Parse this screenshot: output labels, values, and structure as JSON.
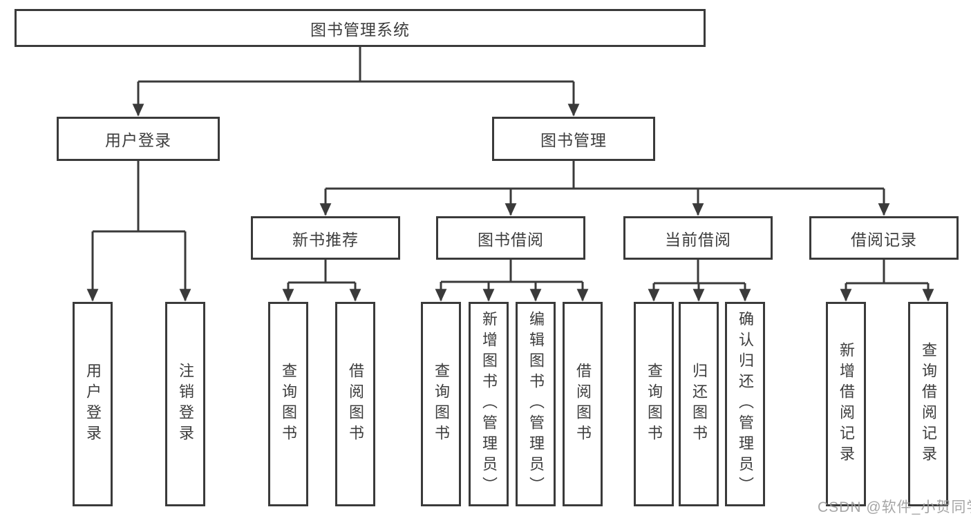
{
  "diagram": {
    "root": {
      "label": "图书管理系统"
    },
    "branches": [
      {
        "label": "用户登录",
        "children": [
          {
            "label": "用户登录"
          },
          {
            "label": "注销登录"
          }
        ]
      },
      {
        "label": "图书管理",
        "children": [
          {
            "label": "新书推荐",
            "children": [
              {
                "label": "查询图书"
              },
              {
                "label": "借阅图书"
              }
            ]
          },
          {
            "label": "图书借阅",
            "children": [
              {
                "label": "查询图书"
              },
              {
                "label": "新增图书（管理员）"
              },
              {
                "label": "编辑图书（管理员）"
              },
              {
                "label": "借阅图书"
              }
            ]
          },
          {
            "label": "当前借阅",
            "children": [
              {
                "label": "查询图书"
              },
              {
                "label": "归还图书"
              },
              {
                "label": "确认归还（管理员）"
              }
            ]
          },
          {
            "label": "借阅记录",
            "children": [
              {
                "label": "新增借阅记录"
              },
              {
                "label": "查询借阅记录"
              }
            ]
          }
        ]
      }
    ]
  },
  "watermark": {
    "text": "CSDN @软件_小贺同学"
  },
  "colors": {
    "line": "#3a3a3a",
    "text": "#3d3d3d",
    "watermark": "#9c9c9c",
    "bg": "#ffffff"
  }
}
